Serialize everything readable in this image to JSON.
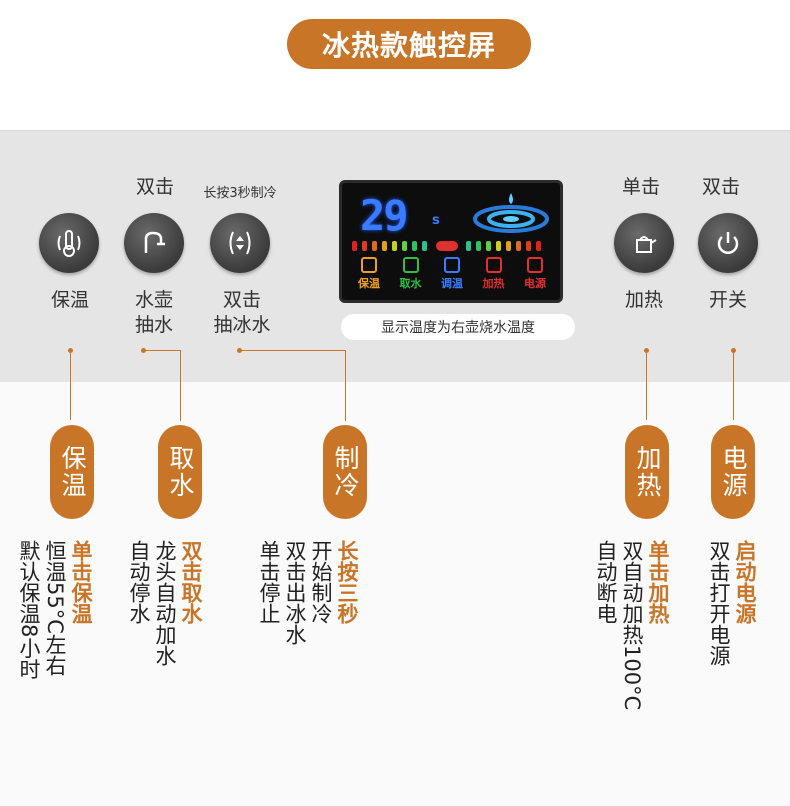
{
  "title": "冰热款触控屏",
  "top_labels": {
    "double_left": "双击",
    "long_press": "长按3秒制冷",
    "single_right": "单击",
    "double_right": "双击"
  },
  "buttons": {
    "keep_warm": "保温",
    "kettle_pump_1": "水壶",
    "kettle_pump_2": "抽水",
    "ice_1": "双击",
    "ice_2": "抽冰水",
    "heat": "加热",
    "power": "开关"
  },
  "display": {
    "digits": "29",
    "unit": "s",
    "icons": [
      "保温",
      "取水",
      "调温",
      "加热",
      "电源"
    ],
    "note": "显示温度为右壶烧水温度"
  },
  "features": {
    "keep_warm": {
      "pill": "保温",
      "lines": [
        "单击保温",
        "恒温55°C左右",
        "默认保温8小时"
      ]
    },
    "fetch": {
      "pill": "取水",
      "lines": [
        "双击取水",
        "龙头自动加水",
        "自动停水"
      ]
    },
    "cool": {
      "pill": "制冷",
      "lines": [
        "长按三秒",
        "开始制冷",
        "双击出冰水",
        "单击停止"
      ]
    },
    "heat": {
      "pill": "加热",
      "lines": [
        "单击加热",
        "双自动加热100°C",
        "自动断电"
      ]
    },
    "power": {
      "pill": "电源",
      "lines": [
        "启动电源",
        "双击打开电源"
      ]
    }
  },
  "colors": {
    "accent": "#c97528",
    "display_blue": "#3a7bff"
  }
}
